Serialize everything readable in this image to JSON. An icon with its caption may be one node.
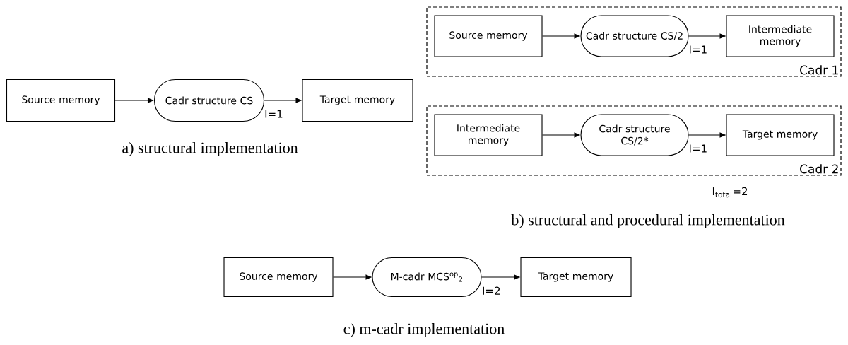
{
  "diagram": {
    "nodes": [
      {
        "text": [
          "Source memory"
        ]
      },
      {
        "text": [
          "Cadr structure CS"
        ]
      },
      {
        "text": [
          "Target memory"
        ]
      },
      {
        "text": [
          "Cadr 1"
        ]
      },
      {
        "text": [
          "Source memory"
        ],
        "in": 3
      },
      {
        "text": [
          "Cadr structure CS/2"
        ],
        "in": 3
      },
      {
        "text": [
          "Intermediate memory"
        ],
        "in": 3
      },
      {
        "text": [
          "Cadr 2"
        ]
      },
      {
        "text": [
          "Intermediate memory"
        ],
        "in": 7
      },
      {
        "text": [
          "Cadr structure CS/2*"
        ],
        "in": 7
      },
      {
        "text": [
          "Target memory"
        ],
        "in": 7
      },
      {
        "text": [
          "Source memory"
        ]
      },
      {
        "text": [
          "M-cadr MCS$^{op}$$_{2}$"
        ]
      },
      {
        "text": [
          "Target memory"
        ]
      }
    ],
    "edges": [
      {
        "from": 0,
        "to": 1,
        "arrow": "to"
      },
      {
        "from": 1,
        "to": 2,
        "arrow": "to",
        "label": "I=1"
      },
      {
        "from": 4,
        "to": 5,
        "arrow": "to"
      },
      {
        "from": 5,
        "to": 6,
        "arrow": "to",
        "label": "I=1"
      },
      {
        "from": 8,
        "to": 9,
        "arrow": "to"
      },
      {
        "from": 9,
        "to": 10,
        "arrow": "to",
        "label": "I=1"
      },
      {
        "from": 11,
        "to": 12,
        "arrow": "to"
      },
      {
        "from": 12,
        "to": 13,
        "arrow": "to",
        "label": "I=2"
      }
    ],
    "labels": [
      "a) structural implementation",
      "I$_{total}$=2",
      "b) structural and procedural implementation",
      "c) m-cadr implementation"
    ]
  }
}
